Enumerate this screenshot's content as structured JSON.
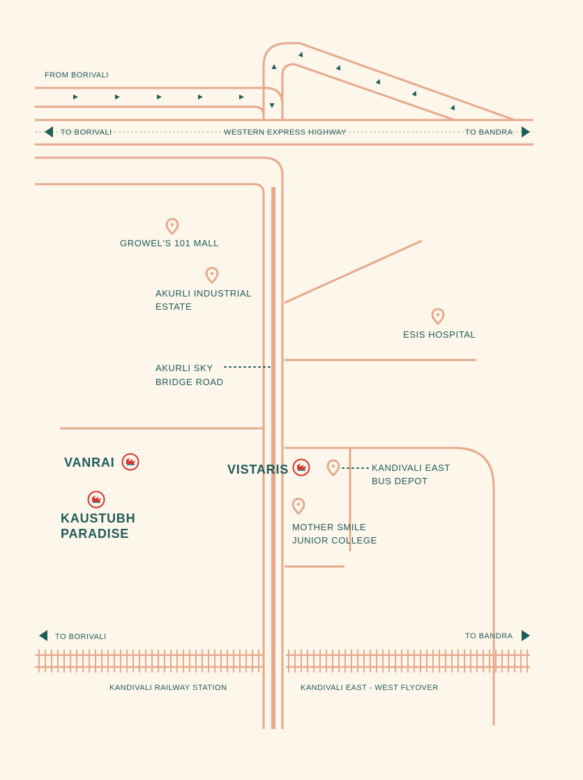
{
  "map": {
    "colors": {
      "background": "#fdf6ea",
      "road": "#e6a98d",
      "text": "#1e5c5b",
      "marker": "#d9342b"
    },
    "labels": {
      "from_borivali": "FROM BORIVALI",
      "highway_to_borivali": "TO BORIVALI",
      "western_express_highway": "WESTERN EXPRESS HIGHWAY",
      "highway_to_bandra": "TO BANDRA",
      "growels_mall": "GROWEL'S 101 MALL",
      "akurli_estate_line1": "AKURLI INDUSTRIAL",
      "akurli_estate_line2": "ESTATE",
      "esis_hospital": "ESIS HOSPITAL",
      "akurli_bridge_line1": "AKURLI SKY",
      "akurli_bridge_line2": "BRIDGE ROAD",
      "vanrai": "VANRAI",
      "kaustubh_line1": "KAUSTUBH",
      "kaustubh_line2": "PARADISE",
      "vistaris": "VISTARIS",
      "bus_depot_line1": "KANDIVALI EAST",
      "bus_depot_line2": "BUS DEPOT",
      "mother_smile_line1": "MOTHER SMILE",
      "mother_smile_line2": "JUNIOR COLLEGE",
      "rail_to_borivali": "TO BORIVALI",
      "rail_to_bandra": "TO BANDRA",
      "kandivali_station": "KANDIVALI RAILWAY STATION",
      "flyover": "KANDIVALI EAST - WEST FLYOVER"
    },
    "icons": {
      "location_pin": "location-pin-icon",
      "project_logo": "project-logo-icon",
      "direction_arrow": "direction-arrow-icon"
    }
  }
}
